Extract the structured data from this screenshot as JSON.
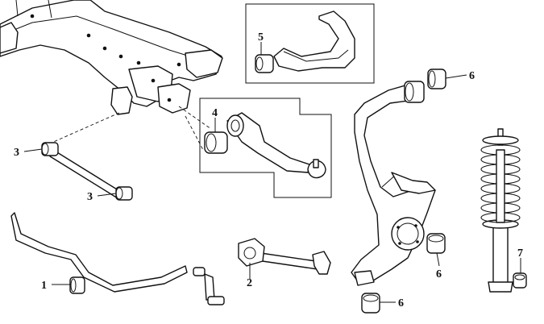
{
  "callouts": {
    "c1": "1",
    "c2": "2",
    "c3a": "3",
    "c3b": "3",
    "c4": "4",
    "c5": "5",
    "c6a": "6",
    "c6b": "6",
    "c6c": "6",
    "c7": "7"
  }
}
